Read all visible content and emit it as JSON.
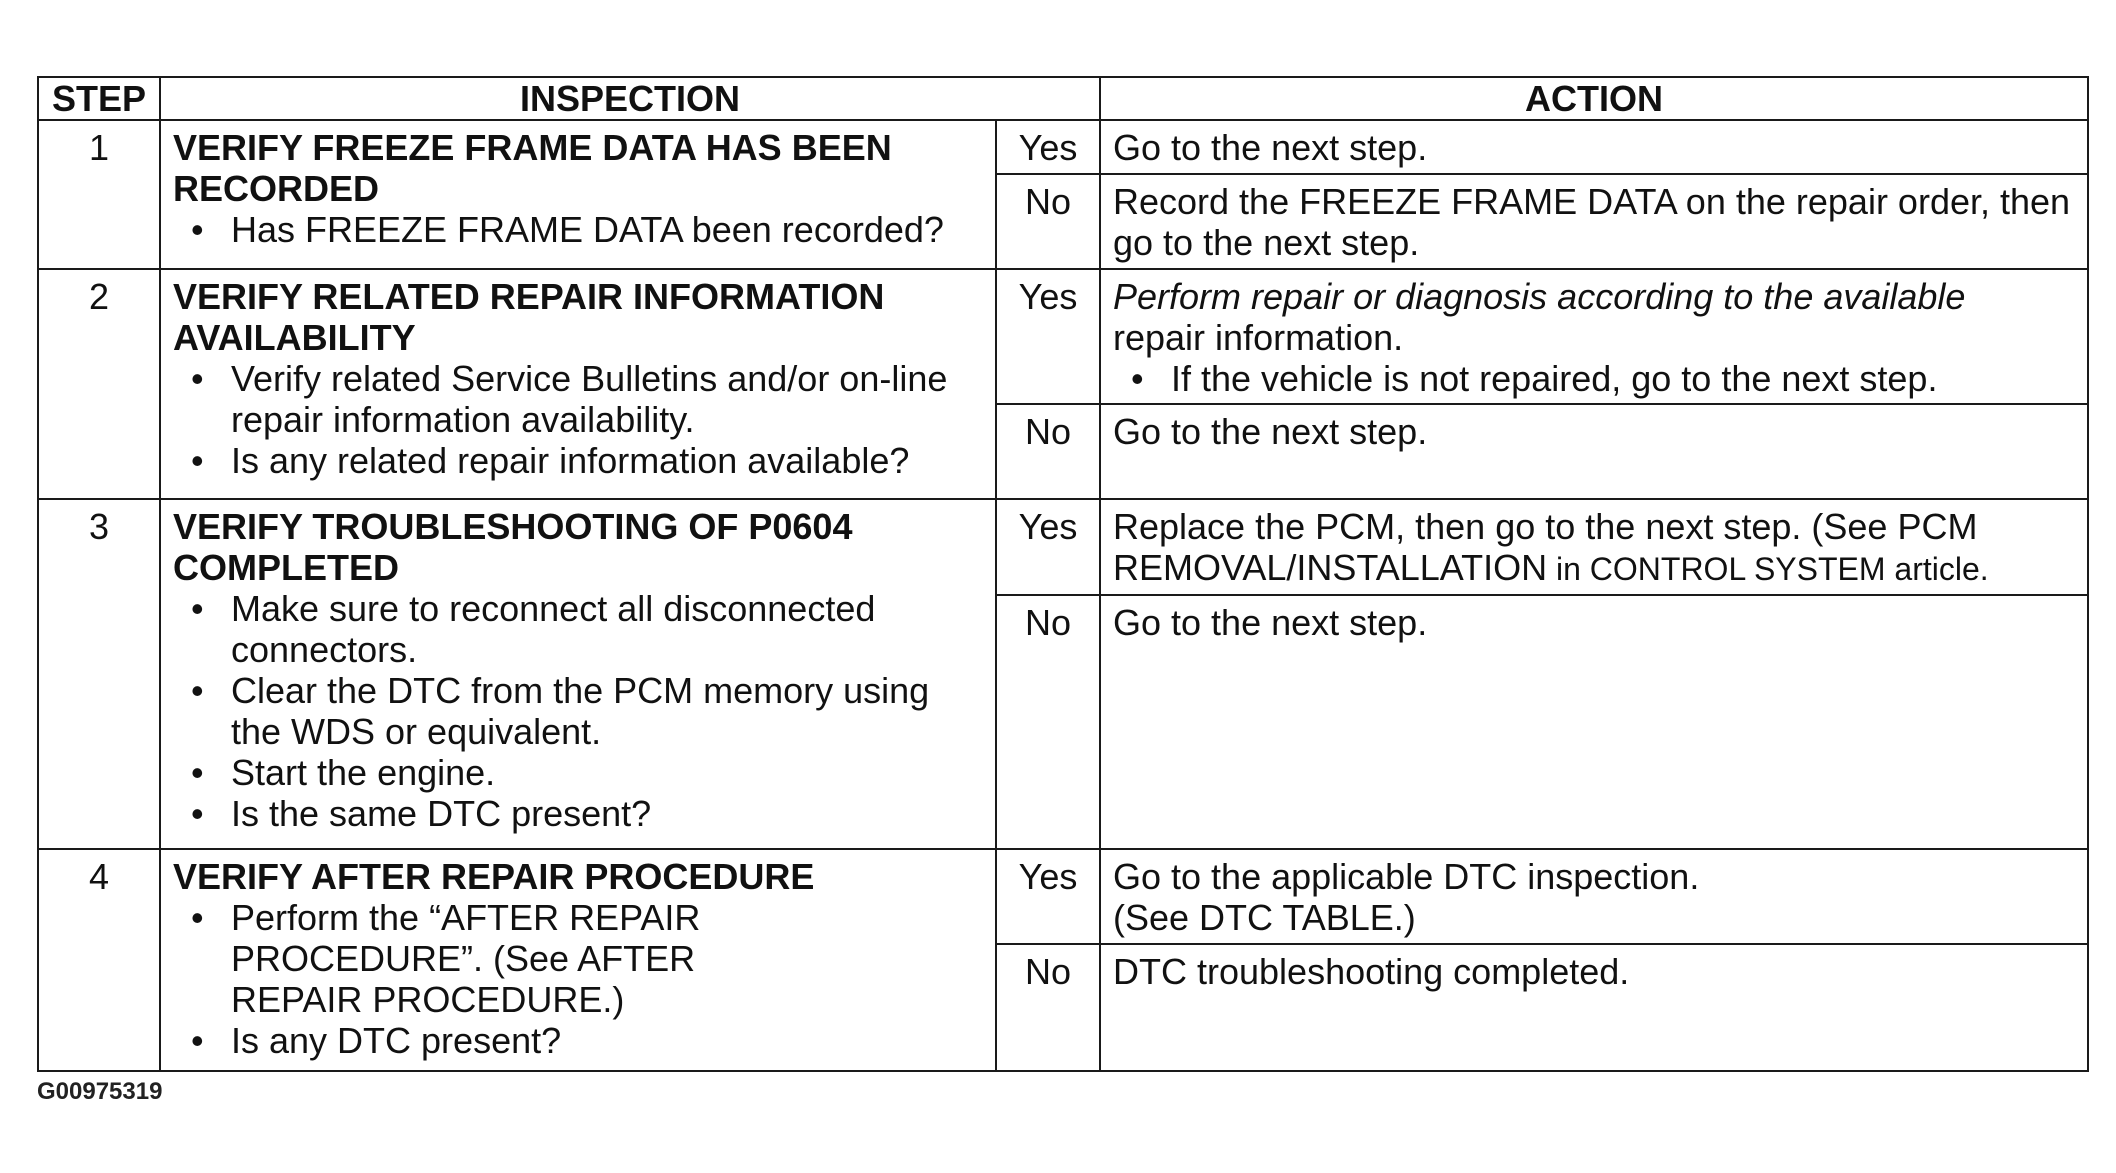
{
  "headers": {
    "step": "STEP",
    "inspection": "INSPECTION",
    "action": "ACTION"
  },
  "rows": [
    {
      "step": "1",
      "title": "VERIFY FREEZE FRAME DATA HAS BEEN RECORDED",
      "bullets": [
        "Has FREEZE FRAME DATA been recorded?"
      ],
      "yes_label": "Yes",
      "yes_action": "Go to the next step.",
      "no_label": "No",
      "no_action": "Record the FREEZE FRAME DATA on the repair order, then go to the next step."
    },
    {
      "step": "2",
      "title": "VERIFY RELATED REPAIR INFORMATION AVAILABILITY",
      "bullets": [
        "Verify related Service Bulletins and/or on-line repair information availability.",
        "Is any related repair information available?"
      ],
      "yes_label": "Yes",
      "yes_action": "Perform repair or diagnosis according to the available",
      "yes_action_cont": "repair information.",
      "yes_bullet": "If the vehicle is not repaired, go to the next step.",
      "no_label": "No",
      "no_action": "Go to the next step."
    },
    {
      "step": "3",
      "title": "VERIFY TROUBLESHOOTING OF P0604 COMPLETED",
      "bullets": [
        "Make sure to reconnect all disconnected connectors.",
        "Clear the DTC from the PCM memory using the WDS or equivalent.",
        "Start the engine.",
        "Is the same DTC present?"
      ],
      "yes_label": "Yes",
      "yes_action": "Replace the PCM, then go to the next step. (See PCM",
      "yes_action_cont": "REMOVAL/INSTALLATION",
      "yes_action_tail": " in CONTROL SYSTEM article.",
      "no_label": "No",
      "no_action": "Go to the next step."
    },
    {
      "step": "4",
      "title": "VERIFY AFTER REPAIR PROCEDURE",
      "bullets": [
        "Perform the “AFTER REPAIR PROCEDURE”. (See AFTER REPAIR PROCEDURE.)",
        "Is any DTC present?"
      ],
      "yes_label": "Yes",
      "yes_action": "Go to the applicable DTC inspection.",
      "yes_action_cont": "(See DTC TABLE.)",
      "no_label": "No",
      "no_action": "DTC troubleshooting completed."
    }
  ],
  "footer": {
    "code": "G00975319"
  }
}
